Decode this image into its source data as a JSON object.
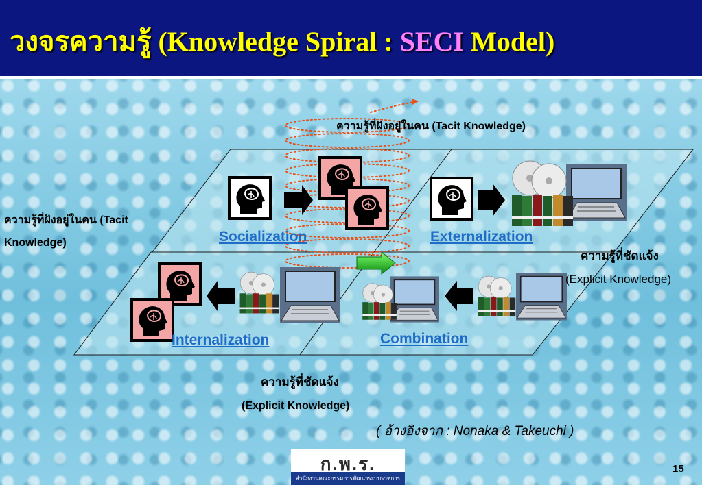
{
  "title": {
    "thai": "วงจรความรู้",
    "prefix": " (Knowledge Spiral : ",
    "accent": "SECI",
    "suffix": " Model)"
  },
  "labels": {
    "tacit_top": "ความรู้ที่ฝังอยู่ในคน (Tacit Knowledge)",
    "tacit_left_line1": "ความรู้ที่ฝังอยู่ในคน (Tacit",
    "tacit_left_line2": "Knowledge)",
    "explicit_right_line1": "ความรู้ที่ชัดแจ้ง",
    "explicit_right_line2": "(Explicit Knowledge)",
    "explicit_bottom_line1": "ความรู้ที่ชัดแจ้ง",
    "explicit_bottom_line2": "(Explicit Knowledge)",
    "citation_thai": "( อ้างอิงจาก",
    "citation_rest": " : Nonaka & Takeuchi )"
  },
  "quadrants": {
    "socialization": "Socialization",
    "externalization": "Externalization",
    "internalization": "Internalization",
    "combination": "Combination"
  },
  "footer": {
    "logo_text": "ก.พ.ร.",
    "logo_subtext": "สำนักงานคณะกรรมการพัฒนาระบบราชการ",
    "page_number": "15"
  },
  "icons": [
    "head-brain-icon",
    "laptop-icon",
    "binders-cds-icon",
    "arrow-right-icon",
    "arrow-left-icon",
    "spiral-icon"
  ],
  "colors": {
    "header_bg": "#0b1680",
    "title": "#ffff00",
    "title_accent": "#ff7fff",
    "quadrant_label": "#1f6cc8",
    "spiral": "#e8501a",
    "head_box": "#f4a6a6",
    "plane_fill": "#bfe8f0"
  }
}
